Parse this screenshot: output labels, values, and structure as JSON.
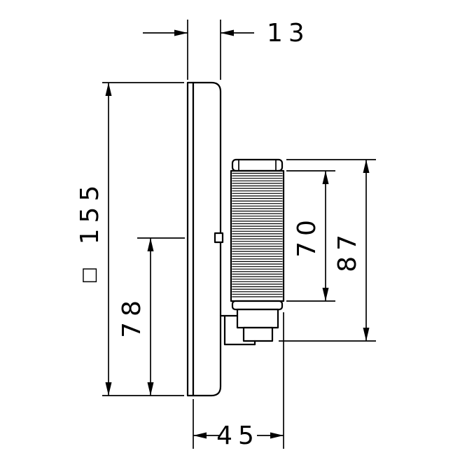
{
  "drawing": {
    "dimensions": {
      "plate_thickness": "13",
      "plate_square_size": "155",
      "square_symbol": "□",
      "center_height_from_bottom": "78",
      "handle_height": "70",
      "handle_total_height": "87",
      "projection_depth": "45"
    }
  }
}
